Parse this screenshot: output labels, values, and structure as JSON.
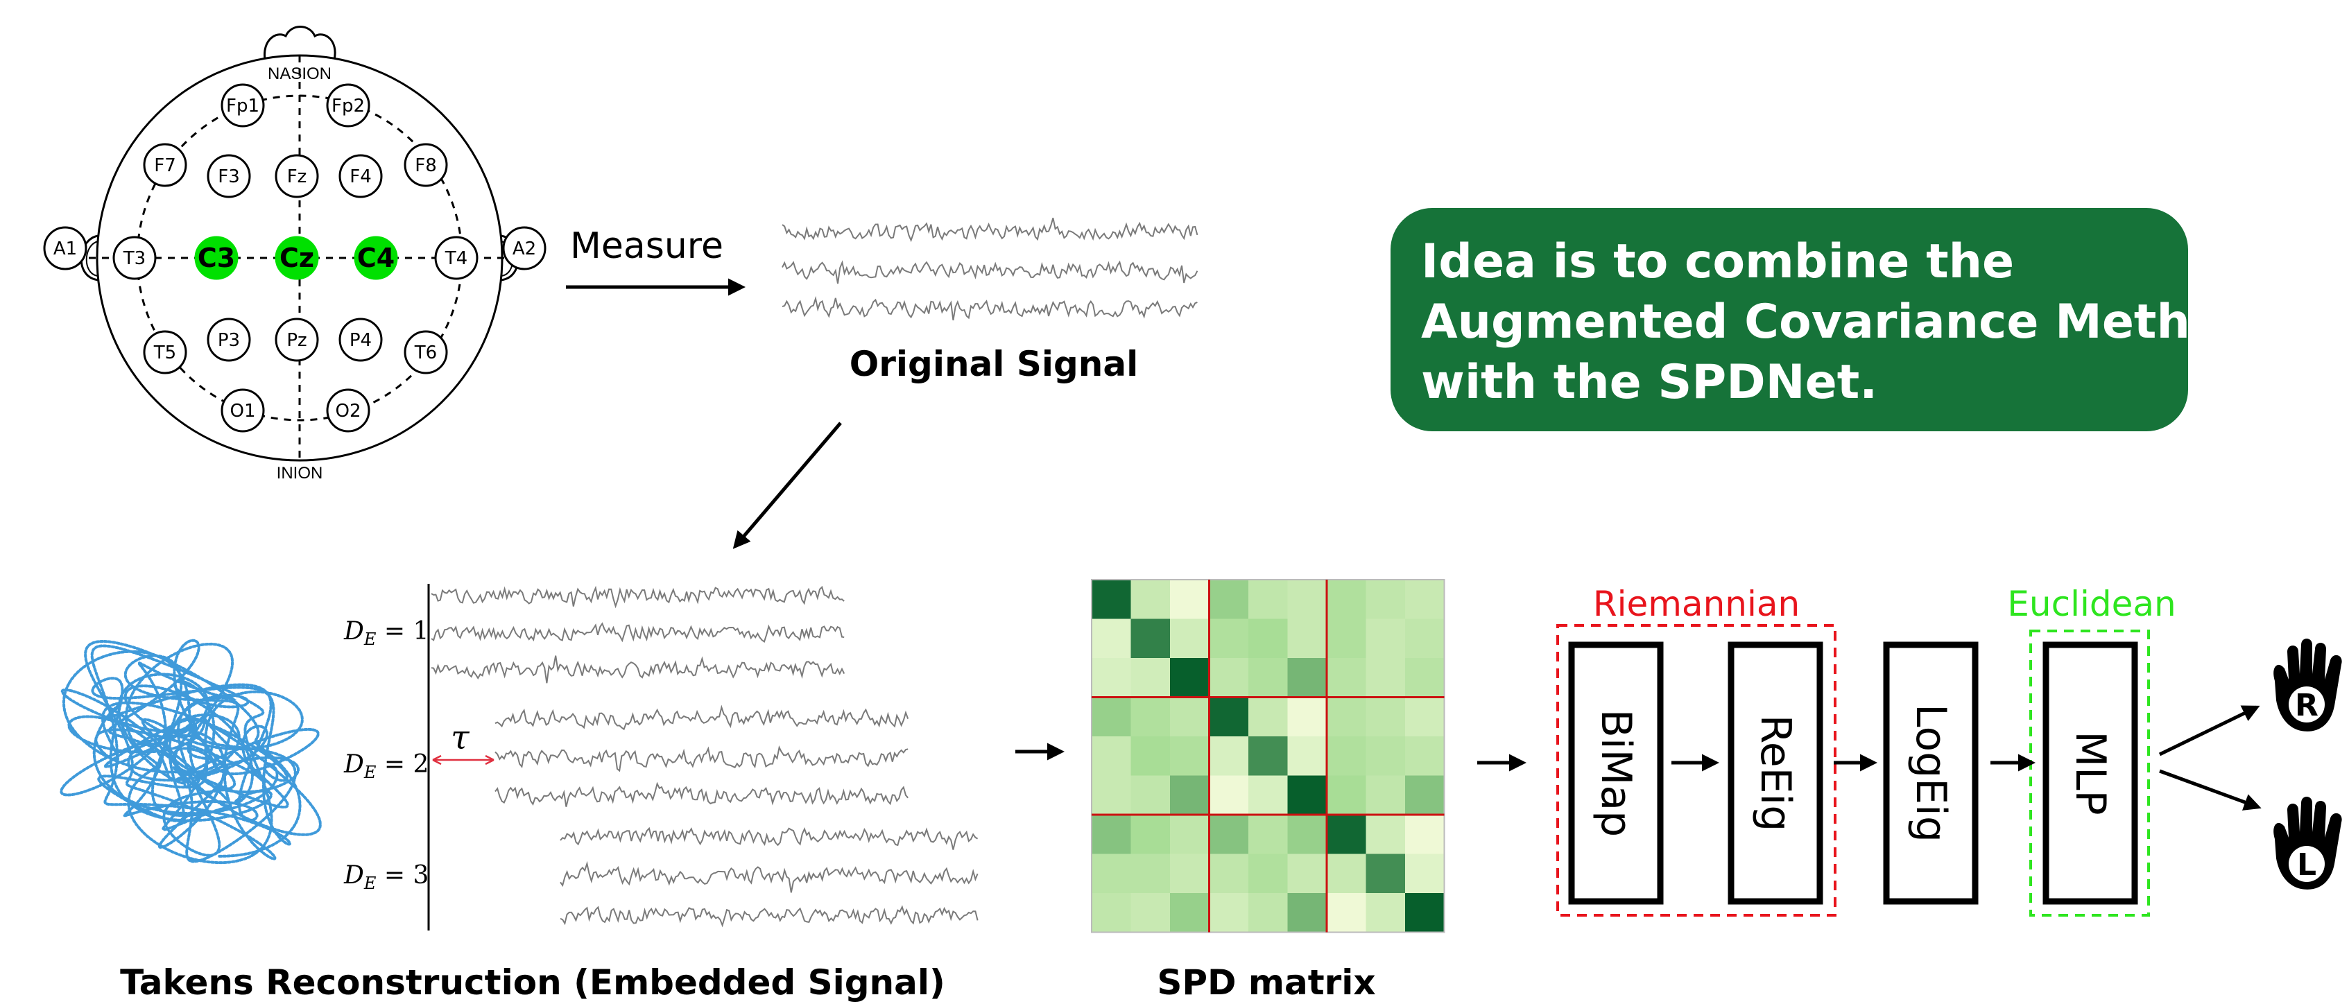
{
  "electrodes": {
    "top_label": "NASION",
    "bottom_label": "INION",
    "items": [
      {
        "id": "fp1",
        "label": "Fp1",
        "active": false
      },
      {
        "id": "fp2",
        "label": "Fp2",
        "active": false
      },
      {
        "id": "f7",
        "label": "F7",
        "active": false
      },
      {
        "id": "f3",
        "label": "F3",
        "active": false
      },
      {
        "id": "fz",
        "label": "Fz",
        "active": false
      },
      {
        "id": "f4",
        "label": "F4",
        "active": false
      },
      {
        "id": "f8",
        "label": "F8",
        "active": false
      },
      {
        "id": "a1",
        "label": "A1",
        "active": false
      },
      {
        "id": "t3",
        "label": "T3",
        "active": false
      },
      {
        "id": "c3",
        "label": "C3",
        "active": true
      },
      {
        "id": "cz",
        "label": "Cz",
        "active": true
      },
      {
        "id": "c4",
        "label": "C4",
        "active": true
      },
      {
        "id": "t4",
        "label": "T4",
        "active": false
      },
      {
        "id": "a2",
        "label": "A2",
        "active": false
      },
      {
        "id": "t5",
        "label": "T5",
        "active": false
      },
      {
        "id": "p3",
        "label": "P3",
        "active": false
      },
      {
        "id": "pz",
        "label": "Pz",
        "active": false
      },
      {
        "id": "p4",
        "label": "P4",
        "active": false
      },
      {
        "id": "t6",
        "label": "T6",
        "active": false
      },
      {
        "id": "o1",
        "label": "O1",
        "active": false
      },
      {
        "id": "o2",
        "label": "O2",
        "active": false
      }
    ]
  },
  "labels": {
    "measure": "Measure",
    "original_signal": "Original Signal",
    "takens": "Takens Reconstruction (Embedded Signal)",
    "spd_matrix": "SPD matrix",
    "tau": "τ",
    "de1_main": "D",
    "de1_sub": "E",
    "de1_val": " = 1",
    "de2_main": "D",
    "de2_sub": "E",
    "de2_val": " = 2",
    "de3_main": "D",
    "de3_sub": "E",
    "de3_val": " = 3"
  },
  "callout": {
    "lines": [
      "Idea is to combine the",
      "Augmented Covariance Method",
      "with the SPDNet."
    ]
  },
  "network": {
    "riemannian_label": "Riemannian",
    "euclidean_label": "Euclidean",
    "layers": [
      "BiMap",
      "ReEig",
      "LogEig",
      "MLP"
    ],
    "outputs": [
      "R",
      "L"
    ]
  },
  "spd_matrix_values": [
    [
      0.95,
      0.3,
      0.05,
      0.55,
      0.35,
      0.3,
      0.45,
      0.35,
      0.3
    ],
    [
      0.15,
      0.85,
      0.25,
      0.45,
      0.5,
      0.3,
      0.45,
      0.3,
      0.35
    ],
    [
      0.2,
      0.25,
      0.98,
      0.35,
      0.45,
      0.65,
      0.4,
      0.3,
      0.4
    ],
    [
      0.55,
      0.45,
      0.35,
      0.95,
      0.3,
      0.05,
      0.4,
      0.35,
      0.25
    ],
    [
      0.3,
      0.5,
      0.45,
      0.2,
      0.8,
      0.15,
      0.45,
      0.4,
      0.35
    ],
    [
      0.3,
      0.35,
      0.65,
      0.05,
      0.2,
      0.98,
      0.5,
      0.35,
      0.6
    ],
    [
      0.6,
      0.5,
      0.35,
      0.6,
      0.4,
      0.55,
      0.95,
      0.25,
      0.05
    ],
    [
      0.4,
      0.4,
      0.3,
      0.35,
      0.45,
      0.3,
      0.3,
      0.8,
      0.15
    ],
    [
      0.35,
      0.3,
      0.55,
      0.25,
      0.35,
      0.65,
      0.05,
      0.25,
      0.98
    ]
  ],
  "colors": {
    "electrode_active": "#00e000",
    "callout_bg": "#167339",
    "riemannian": "#e8141c",
    "euclidean": "#2ee51f",
    "attractor": "#2a8fd6",
    "signal": "#7a7a7a",
    "tau_arrow": "#e03040",
    "matrix_divider": "#cc1111"
  }
}
